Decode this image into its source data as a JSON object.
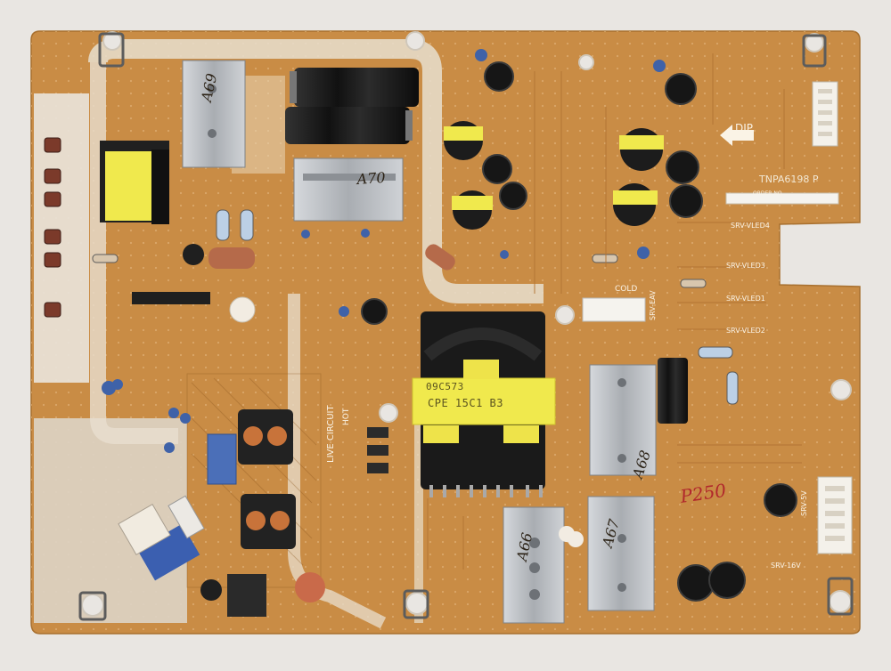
{
  "board": {
    "part_number": "TNPA6198",
    "revision": "P",
    "order_label": "ORDER NO"
  },
  "silkscreen": {
    "dip": "DIP",
    "live_circuit": "LIVE CIRCUIT",
    "hot": "HOT",
    "cold": "COLD",
    "srv_vled4": "SRV-VLED4",
    "srv_vled3": "SRV-VLED3",
    "srv_vled1": "SRV-VLED1",
    "srv_vled2": "SRV-VLED2",
    "srv_eav": "SRV-EAV",
    "srv_5v": "SRV-5V",
    "srv_16v": "SRV-16V"
  },
  "transformer_labels": {
    "line1": "09C573",
    "line2": "CPE 15C1 B3"
  },
  "handwriting": {
    "a69": "A69",
    "a70": "A70",
    "a68": "A68",
    "a66": "A66",
    "a67": "A67",
    "p250": "P250"
  },
  "colors": {
    "background": "#e9e6e2",
    "pcb": "#c98c45",
    "silkscreen": "#f3ead8",
    "capacitor": "#1c1c1c",
    "heatsink": "#b9bcc0"
  }
}
